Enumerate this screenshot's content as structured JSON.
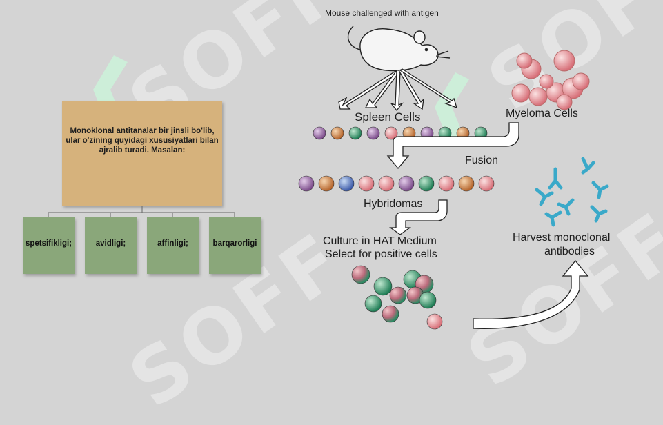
{
  "left_tree": {
    "root_text": "Monoklonal antitanalar bir jinsli bo'lib, ular o'zining quyidagi xususiyatlari bilan ajralib turadi. Masalan:",
    "children": [
      "spetsifikligi;",
      "avidligi;",
      "affinligi;",
      "barqarorligi"
    ]
  },
  "process": {
    "mouse_caption": "Mouse challenged with antigen",
    "spleen_cells": "Spleen Cells",
    "myeloma_cells": "Myeloma Cells",
    "fusion": "Fusion",
    "hybridomas": "Hybridomas",
    "culture_line1": "Culture in HAT Medium",
    "culture_line2": "Select for positive cells",
    "harvest_line1": "Harvest monoclonal",
    "harvest_line2": "antibodies"
  },
  "watermark_text": "SOFF",
  "colors": {
    "background": "#d4d4d4",
    "root_box": "#d6b27c",
    "child_box": "#8aa77a",
    "myeloma": "#e59a9a",
    "antibody": "#3aa9c9",
    "green_cell": "#2f9a6a"
  }
}
